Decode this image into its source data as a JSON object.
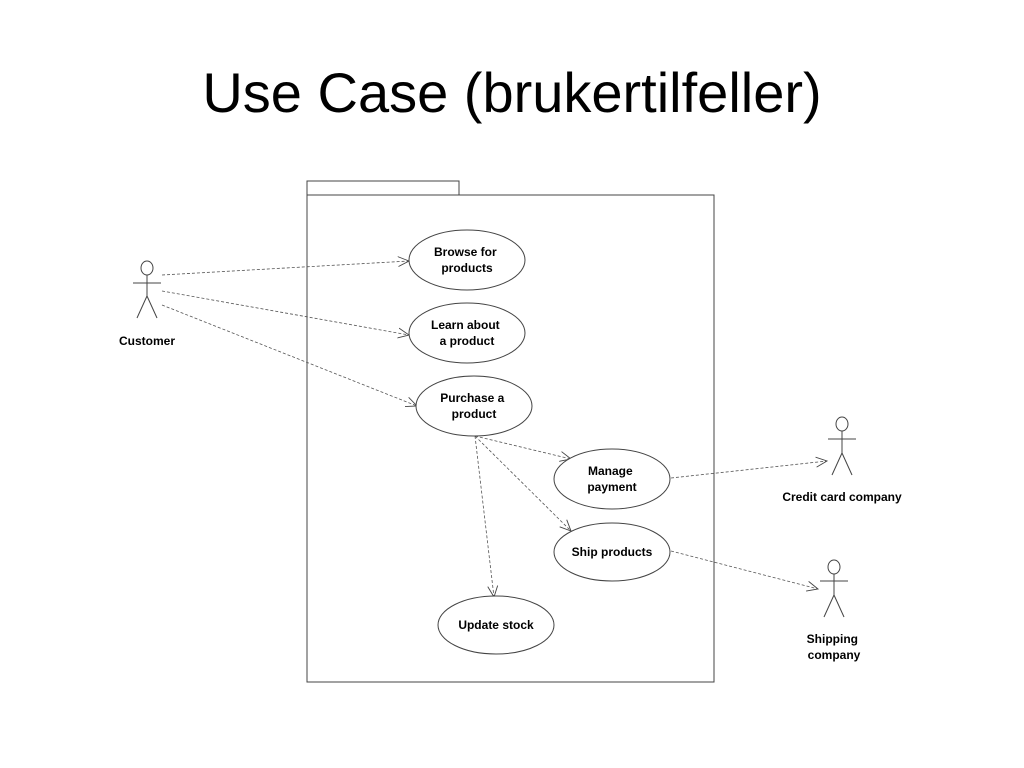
{
  "title": "Use Case (brukertilfeller)",
  "actors": {
    "customer": {
      "lines": [
        "Customer"
      ]
    },
    "credit": {
      "lines": [
        "Credit card company"
      ]
    },
    "shipping": {
      "lines": [
        "Shipping",
        "company"
      ]
    }
  },
  "use_cases": {
    "browse": {
      "lines": [
        "Browse for",
        "products"
      ]
    },
    "learn": {
      "lines": [
        "Learn about",
        "a product"
      ]
    },
    "purchase": {
      "lines": [
        "Purchase a",
        "product"
      ]
    },
    "manage": {
      "lines": [
        "Manage",
        "payment"
      ]
    },
    "ship": {
      "lines": [
        "Ship products"
      ]
    },
    "update": {
      "lines": [
        "Update stock"
      ]
    }
  },
  "colors": {
    "line": "#000000",
    "dashed": "#555555",
    "background": "#ffffff"
  }
}
